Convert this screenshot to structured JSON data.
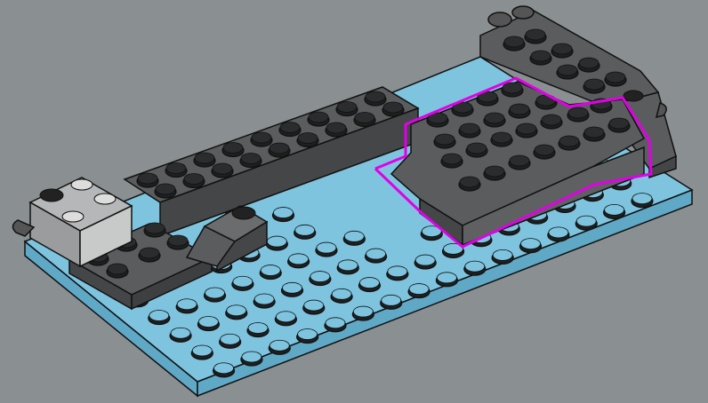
{
  "scene": {
    "title": "",
    "colors": {
      "background": "#8a9092",
      "baseplate_top": "#7ec4df",
      "baseplate_side": "#5fa8c6",
      "brick_dark": "#5a5c5e",
      "brick_dark_side": "#444648",
      "brick_light": "#b5b7b8",
      "highlight": "#e100e6",
      "outline": "#111111"
    },
    "baseplate": {
      "studs_long": 16,
      "studs_wide": 8
    },
    "parts": [
      {
        "name": "light-gray-brick",
        "color": "light gray"
      },
      {
        "name": "dark-gray-plates",
        "color": "dark gray"
      },
      {
        "name": "dark-gray-slopes",
        "color": "dark gray"
      },
      {
        "name": "highlighted-brick-assembly",
        "color": "dark gray",
        "highlighted": true
      },
      {
        "name": "clip-pieces",
        "color": "dark gray"
      }
    ]
  }
}
